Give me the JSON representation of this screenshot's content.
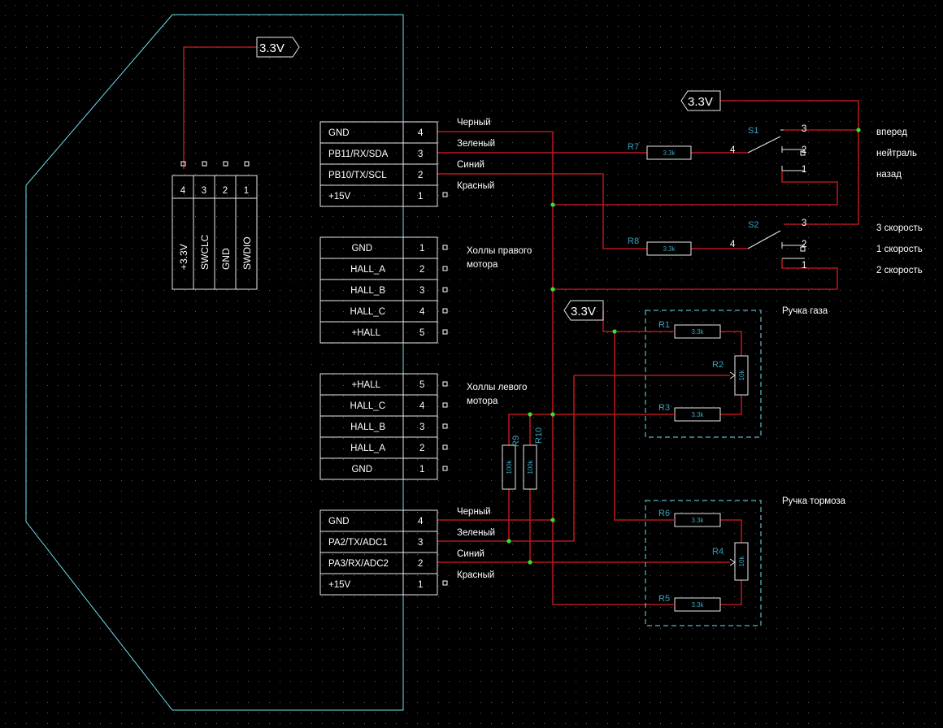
{
  "power_labels": [
    "3.3V",
    "3.3V",
    "3.3V"
  ],
  "swd_header": {
    "pins": [
      {
        "num": "4",
        "name": "+3.3V"
      },
      {
        "num": "3",
        "name": "SWCLC"
      },
      {
        "num": "2",
        "name": "GND"
      },
      {
        "num": "1",
        "name": "SWDIO"
      }
    ]
  },
  "connector_top": {
    "rows": [
      {
        "name": "GND",
        "num": "4",
        "wire": "Черный"
      },
      {
        "name": "PB11/RX/SDA",
        "num": "3",
        "wire": "Зеленый"
      },
      {
        "name": "PB10/TX/SCL",
        "num": "2",
        "wire": "Синий"
      },
      {
        "name": "+15V",
        "num": "1",
        "wire": "Красный"
      }
    ]
  },
  "hall_right": {
    "caption_line1": "Холлы правого",
    "caption_line2": "мотора",
    "rows": [
      {
        "name": "GND",
        "num": "1"
      },
      {
        "name": "HALL_A",
        "num": "2"
      },
      {
        "name": "HALL_B",
        "num": "3"
      },
      {
        "name": "HALL_C",
        "num": "4"
      },
      {
        "name": "+HALL",
        "num": "5"
      }
    ]
  },
  "hall_left": {
    "caption_line1": "Холлы левого",
    "caption_line2": "мотора",
    "rows": [
      {
        "name": "+HALL",
        "num": "5"
      },
      {
        "name": "HALL_C",
        "num": "4"
      },
      {
        "name": "HALL_B",
        "num": "3"
      },
      {
        "name": "HALL_A",
        "num": "2"
      },
      {
        "name": "GND",
        "num": "1"
      }
    ]
  },
  "connector_bottom": {
    "rows": [
      {
        "name": "GND",
        "num": "4",
        "wire": "Черный"
      },
      {
        "name": "PA2/TX/ADC1",
        "num": "3",
        "wire": "Зеленый"
      },
      {
        "name": "PA3/RX/ADC2",
        "num": "2",
        "wire": "Синий"
      },
      {
        "name": "+15V",
        "num": "1",
        "wire": "Красный"
      }
    ]
  },
  "switch_s1": {
    "ref": "S1",
    "pin_labels": [
      "3",
      "2",
      "1",
      "4"
    ],
    "positions": [
      "вперед",
      "нейтраль",
      "назад"
    ]
  },
  "switch_s2": {
    "ref": "S2",
    "pin_labels": [
      "3",
      "2",
      "1",
      "4"
    ],
    "positions": [
      "3 скорость",
      "1 скорость",
      "2 скорость"
    ]
  },
  "resistors": {
    "R7": {
      "ref": "R7",
      "value": "3.3k"
    },
    "R8": {
      "ref": "R8",
      "value": "3.3k"
    },
    "R1": {
      "ref": "R1",
      "value": "3.3k"
    },
    "R2": {
      "ref": "R2",
      "value": "10k"
    },
    "R3": {
      "ref": "R3",
      "value": "3.3k"
    },
    "R9": {
      "ref": "R9",
      "value": "100k"
    },
    "R10": {
      "ref": "R10",
      "value": "100k"
    },
    "R6": {
      "ref": "R6",
      "value": "3.3k"
    },
    "R4": {
      "ref": "R4",
      "value": "10k"
    },
    "R5": {
      "ref": "R5",
      "value": "3.3k"
    }
  },
  "groups": {
    "throttle": "Ручка газа",
    "brake": "Ручка тормоза"
  }
}
